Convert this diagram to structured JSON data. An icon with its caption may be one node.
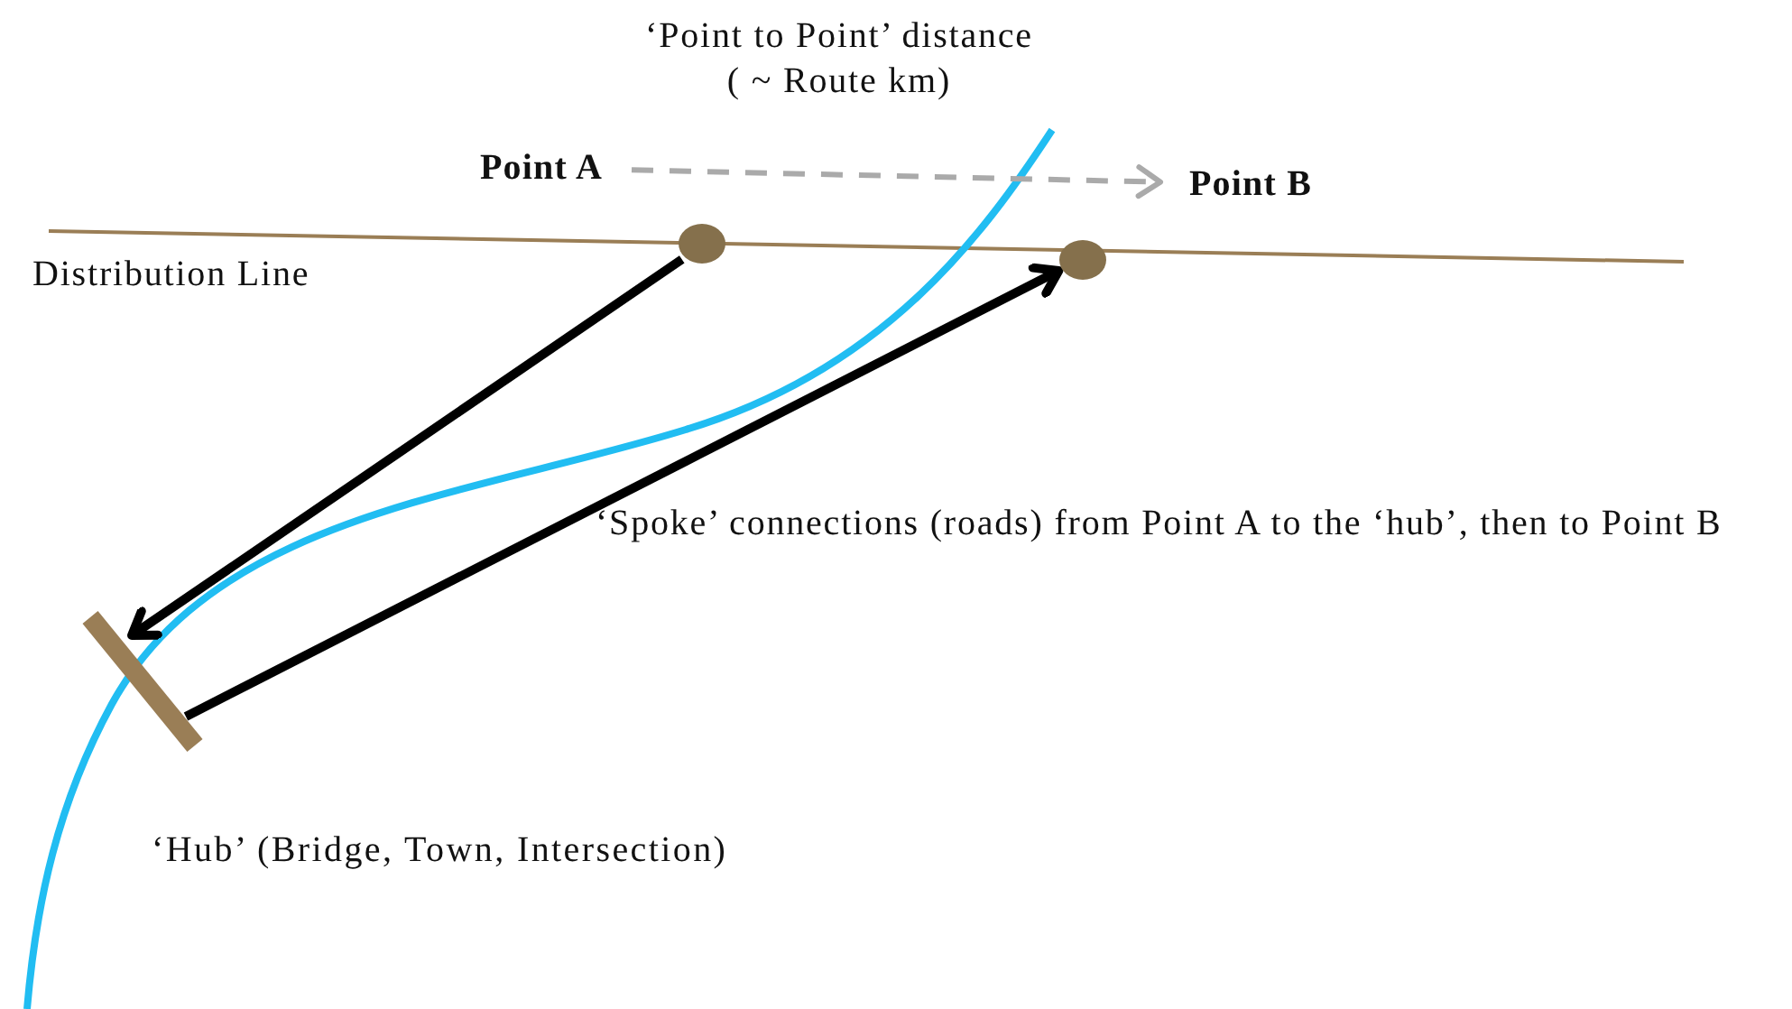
{
  "diagram": {
    "nodes": [
      {
        "text": [
          "Point A"
        ]
      },
      {
        "text": [
          "Point B"
        ]
      },
      {
        "text": [],
        "shape": "circle"
      },
      {
        "text": [],
        "shape": "circle"
      },
      {
        "text": [],
        "shape": "bar",
        "beside": [
          "‘Hub’ (Bridge, Town, Intersection)"
        ]
      }
    ],
    "edges": [
      {
        "from": 0,
        "to": 1,
        "arrow": "to",
        "style": "dashed",
        "color": "#aaaaaa"
      },
      {
        "from": 2,
        "to": 4,
        "arrow": "to"
      },
      {
        "from": 4,
        "to": 3,
        "arrow": "to"
      }
    ],
    "labels": [
      "‘Point to Point’ distance ( ~ Route km)",
      "Distribution Line",
      "‘Spoke’ connections (roads) from Point A to the ‘hub’, then to Point B"
    ]
  }
}
